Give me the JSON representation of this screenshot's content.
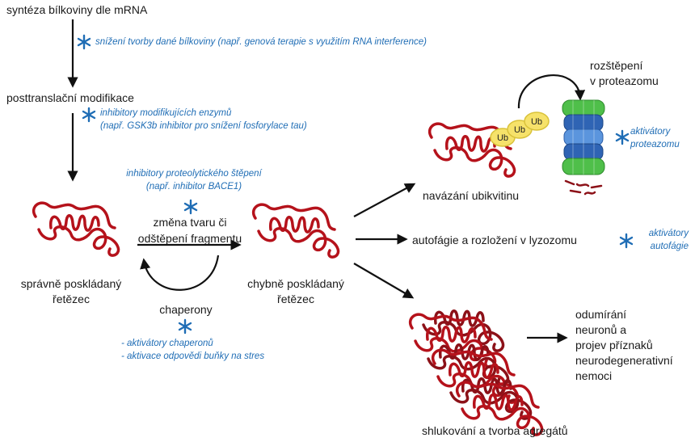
{
  "colors": {
    "protein": "#b5121b",
    "protein_dark": "#7a0f14",
    "intervention": "#1f6db5",
    "arrow": "#111111",
    "ubiquitin": "#f6e26a",
    "proteasome_green": "#4fbf4a",
    "proteasome_blue": "#3a78c9"
  },
  "pathway": {
    "synthesis": "syntéza bílkoviny dle mRNA",
    "ptm": "posttranslační modifikace",
    "change_line1": "změna tvaru či",
    "change_line2": "odštěpení fragmentu",
    "chaperones": "chaperony",
    "correct_line1": "správně poskládaný",
    "correct_line2": "řetězec",
    "misfolded_line1": "chybně poskládaný",
    "misfolded_line2": "řetězec"
  },
  "interventions": {
    "rnai": "snížení tvorby dané bílkoviny (např. genová terapie s využitím RNA interference)",
    "enzyme_line1": "inhibitory modifikujících enzymů",
    "enzyme_line2": "(např. GSK3b inhibitor pro snížení fosforylace tau)",
    "protease_line1": "inhibitory proteolytického štěpení",
    "protease_line2": "(např. inhibitor BACE1)",
    "chaperone_line1": "- aktivátory chaperonů",
    "chaperone_line2": "- aktivace odpovědi buňky na stres",
    "proteasome_line1": "aktivátory",
    "proteasome_line2": "proteazomu",
    "autophagy_line1": "aktivátory",
    "autophagy_line2": "autofágie"
  },
  "outcomes": {
    "ubiquitin_binding": "navázání ubikvitinu",
    "cleavage_line1": "rozštěpení",
    "cleavage_line2": "v proteazomu",
    "autophagy": "autofágie a rozložení v lyzozomu",
    "aggregation": "shlukování a tvorba agregátů",
    "death_line1": "odumírání",
    "death_line2": "neuronů a",
    "death_line3": "projev příznaků",
    "death_line4": "neurodegenerativní",
    "death_line5": "nemoci"
  },
  "ubiquitin_tag": "Ub"
}
